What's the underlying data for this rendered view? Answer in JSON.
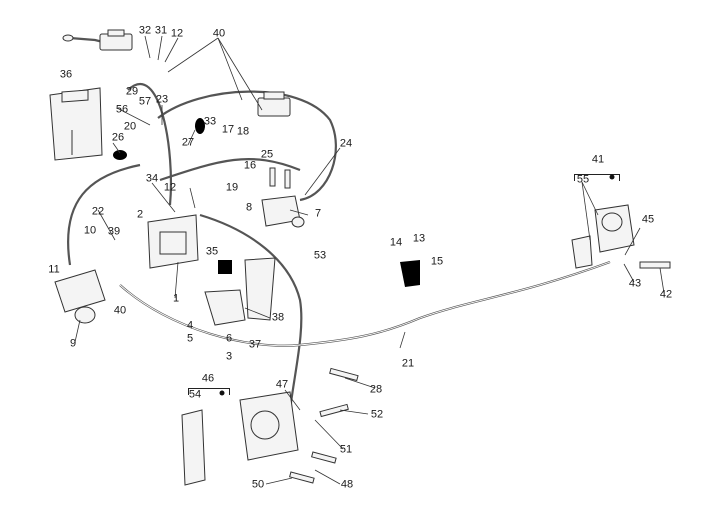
{
  "callouts": [
    {
      "id": "c32",
      "text": "32"
    },
    {
      "id": "c31",
      "text": "31"
    },
    {
      "id": "c12a",
      "text": "12"
    },
    {
      "id": "c40a",
      "text": "40"
    },
    {
      "id": "c36",
      "text": "36"
    },
    {
      "id": "c29",
      "text": "29"
    },
    {
      "id": "c57",
      "text": "57"
    },
    {
      "id": "c23",
      "text": "23"
    },
    {
      "id": "c56",
      "text": "56"
    },
    {
      "id": "c33",
      "text": "33"
    },
    {
      "id": "c20",
      "text": "20"
    },
    {
      "id": "c27",
      "text": "27"
    },
    {
      "id": "c17",
      "text": "17"
    },
    {
      "id": "c18",
      "text": "18"
    },
    {
      "id": "c26",
      "text": "26"
    },
    {
      "id": "c16",
      "text": "16"
    },
    {
      "id": "c25",
      "text": "25"
    },
    {
      "id": "c24",
      "text": "24"
    },
    {
      "id": "c34",
      "text": "34"
    },
    {
      "id": "c12b",
      "text": "12"
    },
    {
      "id": "c19",
      "text": "19"
    },
    {
      "id": "c22",
      "text": "22"
    },
    {
      "id": "c8",
      "text": "8"
    },
    {
      "id": "c7",
      "text": "7"
    },
    {
      "id": "c41",
      "text": "41"
    },
    {
      "id": "c55",
      "text": "55"
    },
    {
      "id": "c2",
      "text": "2"
    },
    {
      "id": "c10",
      "text": "10"
    },
    {
      "id": "c39",
      "text": "39"
    },
    {
      "id": "c35",
      "text": "35"
    },
    {
      "id": "c14",
      "text": "14"
    },
    {
      "id": "c13",
      "text": "13"
    },
    {
      "id": "c15",
      "text": "15"
    },
    {
      "id": "c45",
      "text": "45"
    },
    {
      "id": "c53",
      "text": "53"
    },
    {
      "id": "c11",
      "text": "11"
    },
    {
      "id": "c43",
      "text": "43"
    },
    {
      "id": "c42",
      "text": "42"
    },
    {
      "id": "c1",
      "text": "1"
    },
    {
      "id": "c40b",
      "text": "40"
    },
    {
      "id": "c38",
      "text": "38"
    },
    {
      "id": "c4",
      "text": "4"
    },
    {
      "id": "c5",
      "text": "5"
    },
    {
      "id": "c6",
      "text": "6"
    },
    {
      "id": "c9",
      "text": "9"
    },
    {
      "id": "c37",
      "text": "37"
    },
    {
      "id": "c3",
      "text": "3"
    },
    {
      "id": "c21",
      "text": "21"
    },
    {
      "id": "c28",
      "text": "28"
    },
    {
      "id": "c46",
      "text": "46"
    },
    {
      "id": "c54",
      "text": "54"
    },
    {
      "id": "c47",
      "text": "47"
    },
    {
      "id": "c52",
      "text": "52"
    },
    {
      "id": "c51",
      "text": "51"
    },
    {
      "id": "c50",
      "text": "50"
    },
    {
      "id": "c48",
      "text": "48"
    }
  ]
}
